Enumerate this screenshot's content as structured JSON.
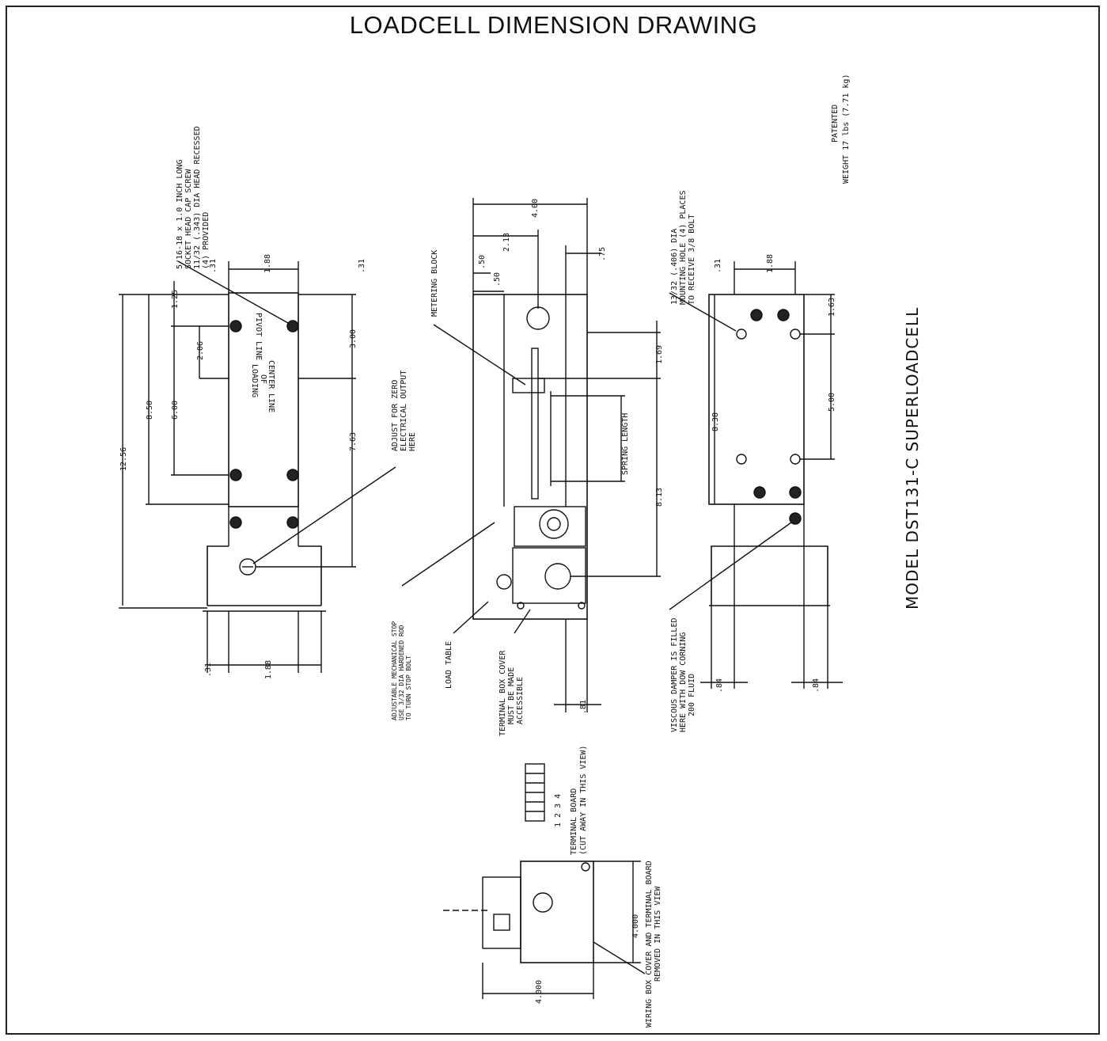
{
  "title": "LOADCELL DIMENSION DRAWING",
  "model": "MODEL DST131-C SUPERLOADCELL",
  "patented": "PATENTED",
  "weight": "WEIGHT 17 lbs (7.71 kg)",
  "notes": {
    "cap_screw": [
      "5/16-18 x 1.0 INCH LONG",
      "SOCKET HEAD CAP SCREW",
      "11/32 (.343) DIA HEAD RECESSED",
      "(4) PROVIDED"
    ],
    "mounting_hole": [
      "13/32 (.406) DIA",
      "MOUNTING HOLE (4) PLACES",
      "TO RECEIVE 3/8 BOLT"
    ],
    "adjust_zero": [
      "ADJUST FOR ZERO",
      "ELECTRICAL OUTPUT",
      "HERE"
    ],
    "metering_block": "METERING BLOCK",
    "spring_length": "SPRING LENGTH",
    "mechanical_stop": [
      "ADJUSTABLE MECHANICAL STOP",
      "USE 3/32 DIA HARDENED ROD",
      "TO TURN STOP BOLT"
    ],
    "load_table": "LOAD TABLE",
    "terminal_box": [
      "TERMINAL BOX COVER",
      "MUST BE MADE",
      "ACCESSIBLE"
    ],
    "viscous_damper": [
      "VISCOUS DAMPER IS FILLED",
      "HERE WITH DOW CORNING",
      "200 FLUID"
    ],
    "terminal_board": [
      "TERMINAL BOARD",
      "(CUT AWAY IN THIS VIEW)"
    ],
    "terminal_numbers": "1 2 3 4",
    "wiring_box": [
      "WIRING BOX COVER AND TERMINAL BOARD",
      "REMOVED IN THIS VIEW"
    ]
  },
  "labels": {
    "pivot_line": "PIVOT LINE",
    "center_line": [
      "CENTER LINE",
      "OF",
      "LOADING"
    ]
  },
  "dims": {
    "d_31": ".31",
    "d_188": "1.88",
    "d_125": "1.25",
    "d_206": "2.06",
    "d_300": "3.00",
    "d_600": "6.00",
    "d_850": "8.50",
    "d_1256": "12.56",
    "d_763": "7.63",
    "d_400": "4.00",
    "d_213": "2.13",
    "d_50": ".50",
    "d_75": ".75",
    "d_169": "1.69",
    "d_813": "8.13",
    "d_81": ".81",
    "d_163": "1.63",
    "d_500": "5.00",
    "d_838": "8.38",
    "d_84": ".84",
    "d_4000": "4.000"
  }
}
